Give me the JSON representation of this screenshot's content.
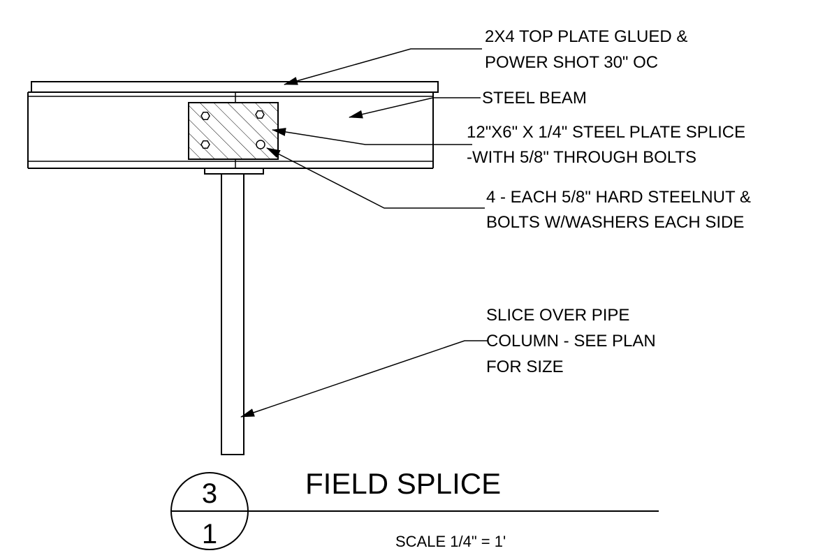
{
  "notes": {
    "top_plate": [
      "2X4 TOP PLATE GLUED &",
      "POWER SHOT 30\" OC"
    ],
    "steel_beam": [
      "STEEL BEAM"
    ],
    "splice_plate": [
      "12\"X6\" X 1/4\" STEEL PLATE SPLICE",
      "-WITH 5/8\" THROUGH BOLTS"
    ],
    "bolts": [
      "4 - EACH 5/8\" HARD STEELNUT &",
      "BOLTS W/WASHERS EACH SIDE"
    ],
    "pipe_column": [
      "SLICE OVER PIPE",
      "COLUMN - SEE PLAN",
      "FOR SIZE"
    ]
  },
  "title_block": {
    "detail_number": "3",
    "sheet_number": "1",
    "title": "FIELD SPLICE",
    "scale": "SCALE 1/4\" = 1'"
  },
  "colors": {
    "line": "#000000",
    "background": "#ffffff"
  }
}
